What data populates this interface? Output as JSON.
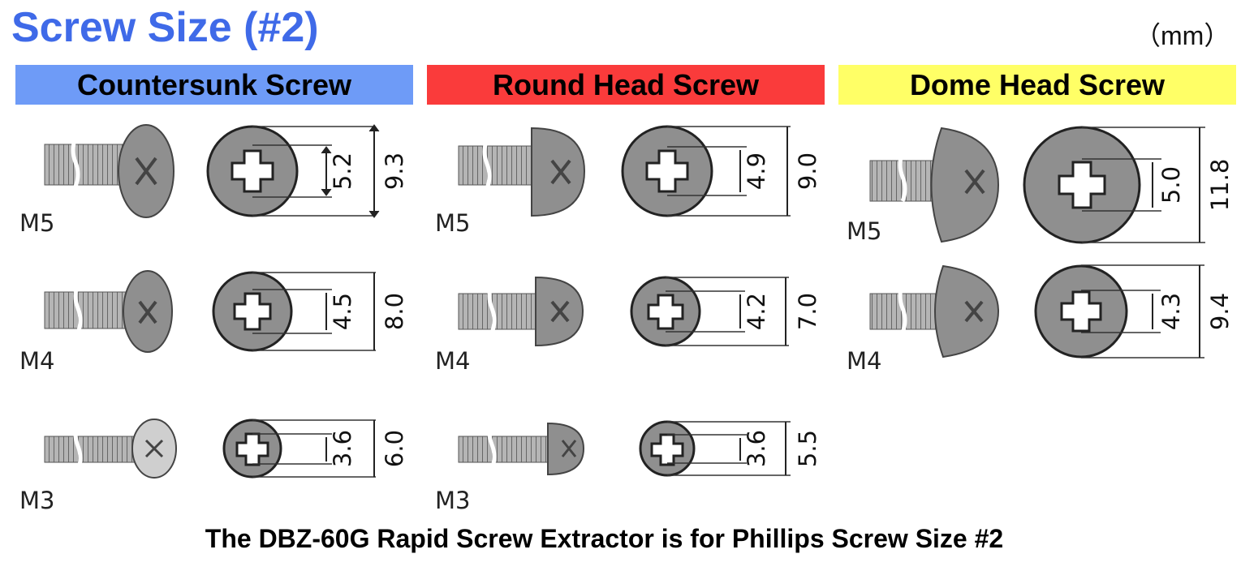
{
  "title": "Screw Size (#2)",
  "unit": "（mm）",
  "headers": {
    "countersunk": "Countersunk Screw",
    "round_head": "Round Head Screw",
    "dome_head": "Dome Head Screw"
  },
  "colors": {
    "title": "#3f6ae8",
    "countersunk": "#6e9bf7",
    "round_head": "#fa3b3b",
    "dome_head": "#ffff66"
  },
  "countersunk": {
    "m5": {
      "size": "M5",
      "inner": "5.2",
      "outer": "9.3"
    },
    "m4": {
      "size": "M4",
      "inner": "4.5",
      "outer": "8.0"
    },
    "m3": {
      "size": "M3",
      "inner": "3.6",
      "outer": "6.0"
    }
  },
  "round_head": {
    "m5": {
      "size": "M5",
      "inner": "4.9",
      "outer": "9.0"
    },
    "m4": {
      "size": "M4",
      "inner": "4.2",
      "outer": "7.0"
    },
    "m3": {
      "size": "M3",
      "inner": "3.6",
      "outer": "5.5"
    }
  },
  "dome_head": {
    "m5": {
      "size": "M5",
      "inner": "5.0",
      "outer": "11.8"
    },
    "m4": {
      "size": "M4",
      "inner": "4.3",
      "outer": "9.4"
    }
  },
  "footer": "The DBZ-60G Rapid Screw Extractor is for Phillips Screw Size #2"
}
